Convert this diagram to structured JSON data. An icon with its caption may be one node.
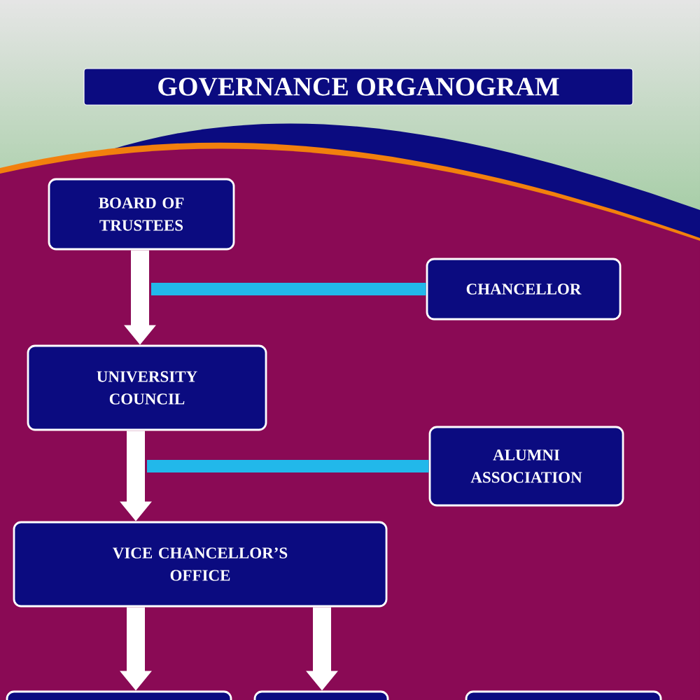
{
  "diagram": {
    "title": "GOVERNANCE ORGANOGRAM",
    "nodes": [
      {
        "text": [
          "BOARD OF TRUSTEES"
        ]
      },
      {
        "text": [
          "CHANCELLOR"
        ]
      },
      {
        "text": [
          "UNIVERSITY COUNCIL"
        ]
      },
      {
        "text": [
          "ALUMNI ASSOCIATION"
        ]
      },
      {
        "text": [
          "VICE CHANCELLOR’S OFFICE"
        ]
      },
      {
        "text": [],
        "shape": "box"
      },
      {
        "text": [],
        "shape": "box"
      },
      {
        "text": [],
        "shape": "box"
      }
    ],
    "edges": [
      {
        "from": 0,
        "to": 2,
        "arrow": "to"
      },
      {
        "from": 1,
        "to": null,
        "arrow": "none",
        "color": "#22b8ea"
      },
      {
        "from": 2,
        "to": 4,
        "arrow": "to"
      },
      {
        "from": 3,
        "to": null,
        "arrow": "none",
        "color": "#22b8ea"
      },
      {
        "from": 4,
        "to": 5,
        "arrow": "to"
      },
      {
        "from": 4,
        "to": 6,
        "arrow": "to"
      }
    ]
  }
}
